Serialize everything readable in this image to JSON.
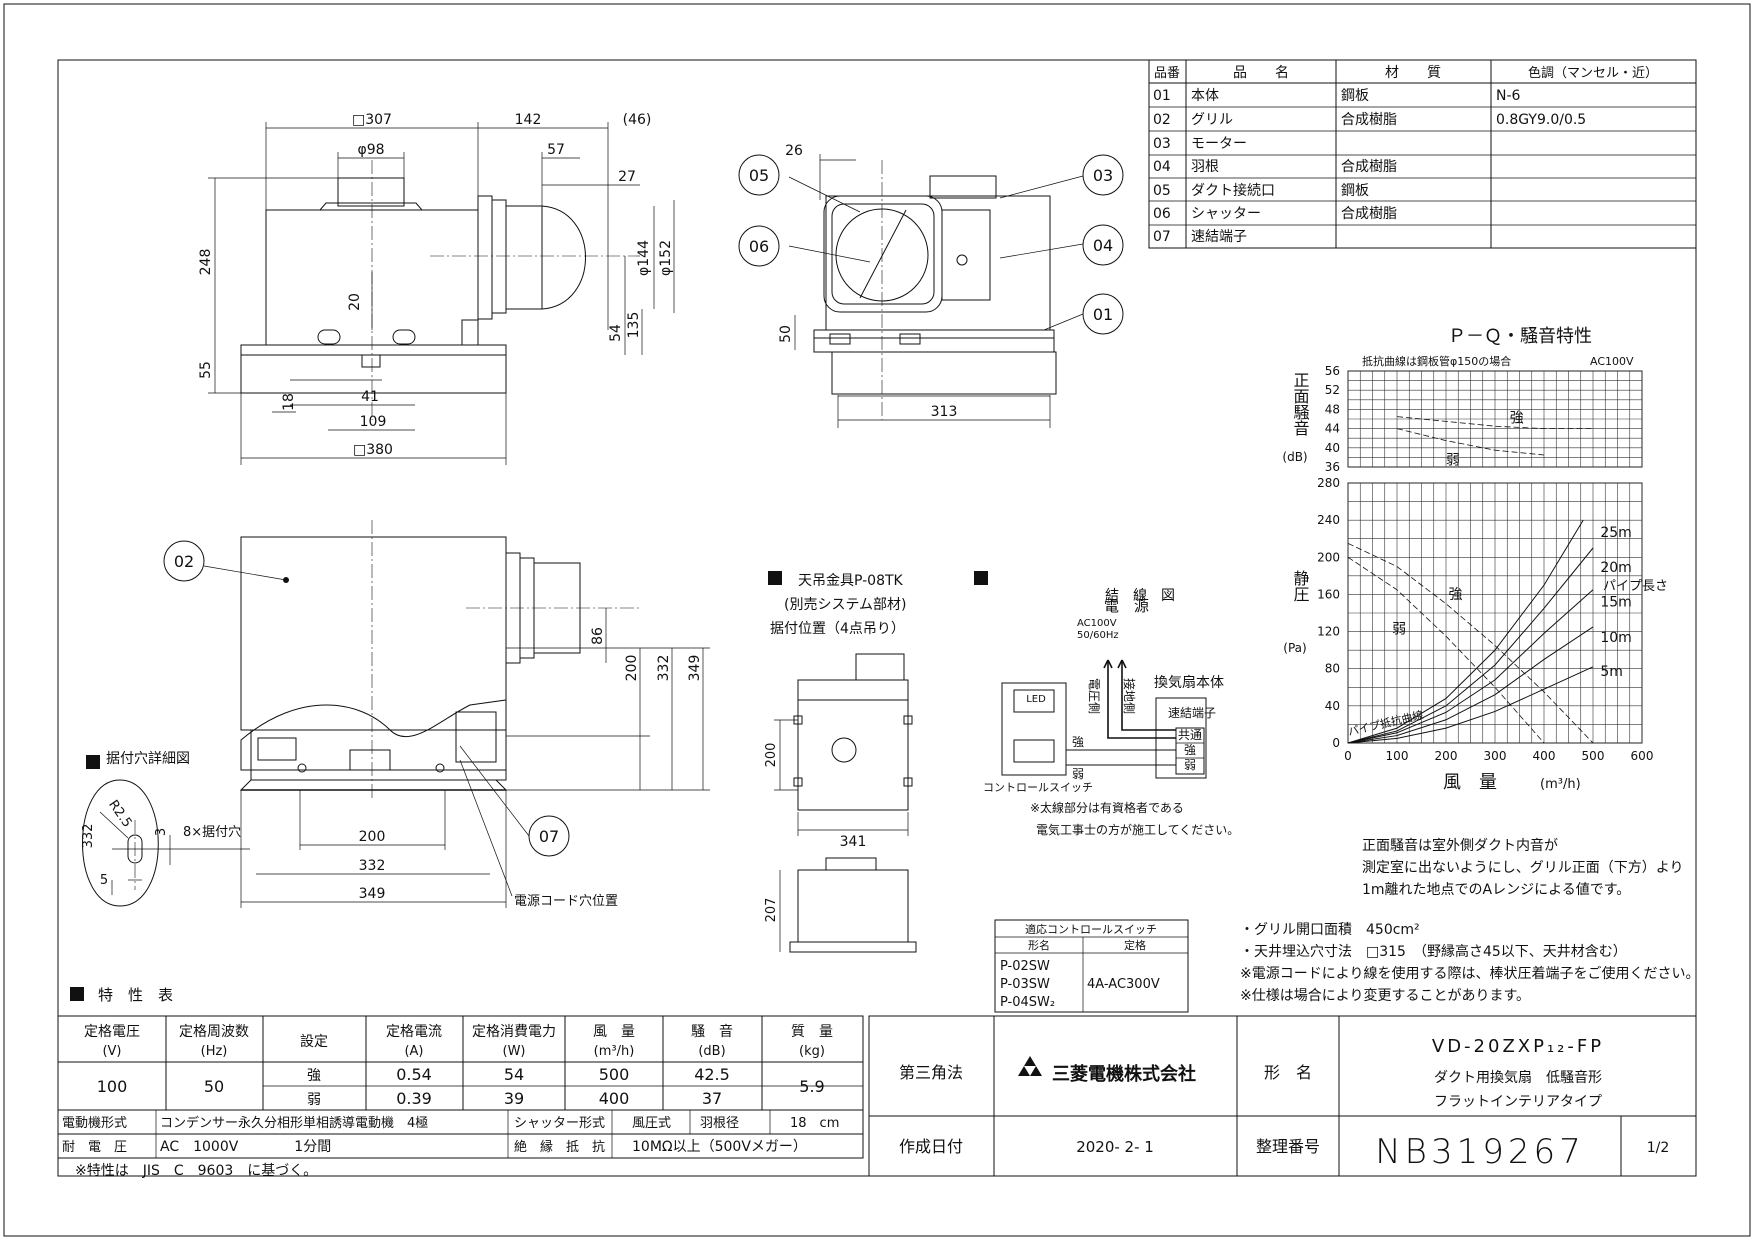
{
  "parts_table": {
    "headers": [
      "品番",
      "品　　名",
      "材　　質",
      "色調（マンセル・近）"
    ],
    "rows": [
      [
        "01",
        "本体",
        "鋼板",
        "N-6"
      ],
      [
        "02",
        "グリル",
        "合成樹脂",
        "0.8GY9.0/0.5"
      ],
      [
        "03",
        "モーター",
        "",
        ""
      ],
      [
        "04",
        "羽根",
        "合成樹脂",
        ""
      ],
      [
        "05",
        "ダクト接続口",
        "鋼板",
        ""
      ],
      [
        "06",
        "シャッター",
        "合成樹脂",
        ""
      ],
      [
        "07",
        "速結端子",
        "",
        ""
      ]
    ]
  },
  "top_view": {
    "dims": [
      "□307",
      "142",
      "(46)",
      "φ98",
      "57",
      "27",
      "248",
      "φ144",
      "φ152",
      "20",
      "54",
      "135",
      "55",
      "18",
      "41",
      "109",
      "□380"
    ]
  },
  "side_view": {
    "dims": [
      "26",
      "50",
      "313"
    ],
    "callouts": [
      "05",
      "06",
      "03",
      "04",
      "01"
    ]
  },
  "front_view": {
    "callouts": [
      "02",
      "07"
    ],
    "dims": [
      "86",
      "200",
      "332",
      "349",
      "200",
      "332",
      "349"
    ],
    "cord_label": "電源コード穴位置"
  },
  "mount_hole": {
    "title": "据付穴詳細図",
    "dims": [
      "R2.5",
      "332",
      "3",
      "5"
    ],
    "label": "8×据付穴"
  },
  "hanger": {
    "title": "天吊金具P-08TK",
    "sub1": "(別売システム部材)",
    "sub2": "据付位置（4点吊り）",
    "dims": [
      "200",
      "341",
      "207"
    ]
  },
  "wiring": {
    "title": "結　線　図",
    "power": "電　源",
    "power_spec1": "AC100V",
    "power_spec2": "50/60Hz",
    "volt_side": "電圧側",
    "ground_side": "接地側",
    "body_label": "換気扇本体",
    "terminal_label": "速結端子",
    "term_common": "共通",
    "term_strong": "強",
    "term_weak": "弱",
    "wire_strong": "強",
    "wire_weak": "弱",
    "switch_label": "コントロールスイッチ",
    "led": "LED",
    "note1": "※太線部分は有資格者である",
    "note2": "電気工事士の方が施工してください。"
  },
  "switch_table": {
    "title": "適応コントロールスイッチ",
    "col1": "形名",
    "col2": "定格",
    "models": [
      "P-02SW",
      "P-03SW",
      "P-04SW₂"
    ],
    "rating": "4A-AC300V"
  },
  "pq_chart": {
    "title": "Ｐ－Ｑ・騒音特性",
    "condition": "抵抗曲線は鋼板管φ150の場合",
    "power": "AC100V",
    "noise_ylabel": "正面騒音",
    "noise_yunit": "(dB)",
    "noise_ticks": [
      "56",
      "52",
      "48",
      "44",
      "40",
      "36"
    ],
    "press_ylabel": "静圧",
    "press_yunit": "(Pa)",
    "press_ticks": [
      "280",
      "240",
      "200",
      "160",
      "120",
      "80",
      "40",
      "0"
    ],
    "x_ticks": [
      "0",
      "100",
      "200",
      "300",
      "400",
      "500",
      "600"
    ],
    "xlabel": "風　量",
    "xunit": "(m³/h)",
    "label_strong": "強",
    "label_weak": "弱",
    "pipe_title": "パイプ長さ",
    "pipe_lengths": [
      "25m",
      "20m",
      "15m",
      "10m",
      "5m"
    ],
    "pipe_curve_label": "パイプ抵抗曲線",
    "note1": "正面騒音は室外側ダクト内音が",
    "note2": "測定室に出ないようにし、グリル正面（下方）より",
    "note3": "1m離れた地点でのAレンジによる値です。"
  },
  "chart_data": {
    "type": "line",
    "xlabel": "風　量",
    "x_unit": "m³/h",
    "xlim": [
      0,
      600
    ],
    "pressure": {
      "ylabel": "静圧",
      "y_unit": "Pa",
      "ylim": [
        0,
        280
      ],
      "series": [
        {
          "name": "強",
          "x": [
            0,
            100,
            200,
            300,
            400,
            500
          ],
          "y": [
            215,
            190,
            150,
            105,
            55,
            0
          ]
        },
        {
          "name": "弱",
          "x": [
            0,
            100,
            200,
            300,
            400
          ],
          "y": [
            200,
            165,
            115,
            60,
            0
          ]
        },
        {
          "name": "25m",
          "x": [
            0,
            100,
            200,
            300,
            400,
            480
          ],
          "y": [
            0,
            16,
            48,
            100,
            170,
            240
          ]
        },
        {
          "name": "20m",
          "x": [
            0,
            100,
            200,
            300,
            400,
            500
          ],
          "y": [
            0,
            13,
            40,
            84,
            145,
            210
          ]
        },
        {
          "name": "15m",
          "x": [
            0,
            100,
            200,
            300,
            400,
            500
          ],
          "y": [
            0,
            11,
            33,
            68,
            118,
            165
          ]
        },
        {
          "name": "10m",
          "x": [
            0,
            100,
            200,
            300,
            400,
            500
          ],
          "y": [
            0,
            8,
            25,
            52,
            90,
            125
          ]
        },
        {
          "name": "5m",
          "x": [
            0,
            100,
            200,
            300,
            400,
            500
          ],
          "y": [
            0,
            5,
            16,
            34,
            58,
            82
          ]
        }
      ]
    },
    "noise": {
      "ylabel": "正面騒音",
      "y_unit": "dB",
      "ylim": [
        36,
        56
      ],
      "series": [
        {
          "name": "強",
          "x": [
            100,
            200,
            300,
            400,
            500
          ],
          "y": [
            46.5,
            45.5,
            44.5,
            44,
            44
          ]
        },
        {
          "name": "弱",
          "x": [
            100,
            200,
            300,
            400
          ],
          "y": [
            44,
            41.5,
            39.5,
            38.5
          ]
        }
      ]
    }
  },
  "notes": [
    "・グリル開口面積　450cm²",
    "・天井埋込穴寸法　□315　（野縁高さ45以下、天井材含む）",
    "※電源コードにより線を使用する際は、棒状圧着端子をご使用ください。",
    "※仕様は場合により変更することがあります。"
  ],
  "spec": {
    "title": "特　性　表",
    "headers": [
      [
        "定格電圧",
        "(V)"
      ],
      [
        "定格周波数",
        "(Hz)"
      ],
      [
        "設定",
        ""
      ],
      [
        "定格電流",
        "(A)"
      ],
      [
        "定格消費電力",
        "(W)"
      ],
      [
        "風　量",
        "(m³/h)"
      ],
      [
        "騒　音",
        "(dB)"
      ],
      [
        "質　量",
        "(kg)"
      ]
    ],
    "voltage": "100",
    "frequency": "50",
    "rows": [
      [
        "強",
        "0.54",
        "54",
        "500",
        "42.5"
      ],
      [
        "弱",
        "0.39",
        "39",
        "400",
        "37"
      ]
    ],
    "mass": "5.9",
    "motor_label": "電動機形式",
    "motor_value": "コンデンサー永久分相形単相誘導電動機　4極",
    "shutter_label": "シャッター形式",
    "shutter_value": "風圧式",
    "blade_label": "羽根径",
    "blade_value": "18　cm",
    "withstand_label": "耐　電　圧",
    "withstand_value": "AC　1000V　　　　1分間",
    "insulation_label": "絶　縁　抵　抗",
    "insulation_value": "10MΩ以上（500Vメガー）",
    "footnote": "※特性は　JIS　C　9603　に基づく。"
  },
  "title_block": {
    "projection": "第三角法",
    "company": "三菱電機株式会社",
    "model_label": "形　名",
    "model": "VD-20ZXP₁₂-FP",
    "desc1": "ダクト用換気扇　低騒音形",
    "desc2": "フラットインテリアタイプ",
    "date_label": "作成日付",
    "date": "2020- 2- 1",
    "doc_label": "整理番号",
    "doc_no": "NB319267",
    "page": "1/2"
  }
}
